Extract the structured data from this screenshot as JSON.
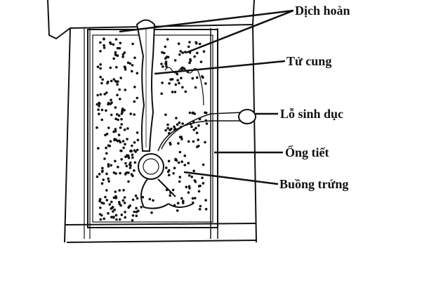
{
  "labels": {
    "testes": "Dịch hoàn",
    "uterus": "Tử cung",
    "genital_pore": "Lỗ sinh dục",
    "excretory_canal": "Ống tiết",
    "ovary": "Buồng trứng"
  }
}
